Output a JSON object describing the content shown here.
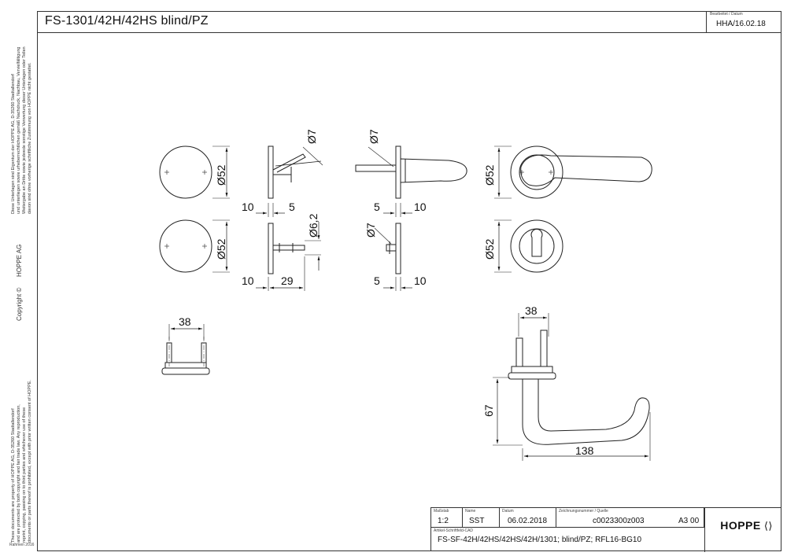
{
  "title": "FS-1301/42H/42HS blind/PZ",
  "header_box": {
    "label": "Bearbeitet / Datum",
    "value": "HHA/16.02.18"
  },
  "sidebar": {
    "legal_de_1": "Diese Unterlagen sind Eigentum der HOPPE AG, D-35260 Stadtallendorf",
    "legal_de_2": "und unterliegen sowie urheberrechtlichen gemäß Nachdruck, Nachbau, Vervielfältigung",
    "legal_de_3": "Weitergabe an Dritte sowie jedwede sonstige Verwertung dieser Unterlagen oder Teilen",
    "legal_de_4": "davon sind ohne vorherige schriftliche Zustimmung von HOPPE nicht gestattet.",
    "hoppe_ag": "HOPPE AG",
    "copyright": "Copyright ©",
    "legal_en_1": "These documents are property of HOPPE AG, D-35260 Stadtallendorf",
    "legal_en_2": "and are protected by both copyright and fair trade law. Any reproduction,",
    "legal_en_3": "reprint, copying, passing on to third parties and whichever use of these",
    "legal_en_4": "documents or parts thereof is prohibited, except with prior written consent of HOPPE.",
    "frame_note": "Rahmen 2016"
  },
  "dimensions": {
    "d7_a": "Ø7",
    "d52_a": "Ø52",
    "d10_a": "10",
    "d5_a": "5",
    "d7_b": "Ø7",
    "d5_b": "5",
    "d10_b": "10",
    "d52_b": "Ø52",
    "d62": "Ø6,2",
    "d52_c": "Ø52",
    "d10_c": "10",
    "d29": "29",
    "d7_c": "Ø7",
    "d5_c": "5",
    "d10_d": "10",
    "d52_d": "Ø52",
    "d38_a": "38",
    "d38_b": "38",
    "d67": "67",
    "d138": "138"
  },
  "title_block": {
    "scale_label": "Maßstab",
    "scale": "1:2",
    "name_label": "Name",
    "name": "SST",
    "date_label": "Datum",
    "date": "06.02.2018",
    "drawing_label": "Zeichnungsnummer / Quelle",
    "drawing_no": "c0023300z003",
    "format": "A3 00",
    "article_label": "Artikel-Schriftfeld-CAD",
    "article": "FS-SF-42H/42HS/42HS/42H/1301; blind/PZ; RFL16-BG10",
    "logo": "HOPPE"
  }
}
